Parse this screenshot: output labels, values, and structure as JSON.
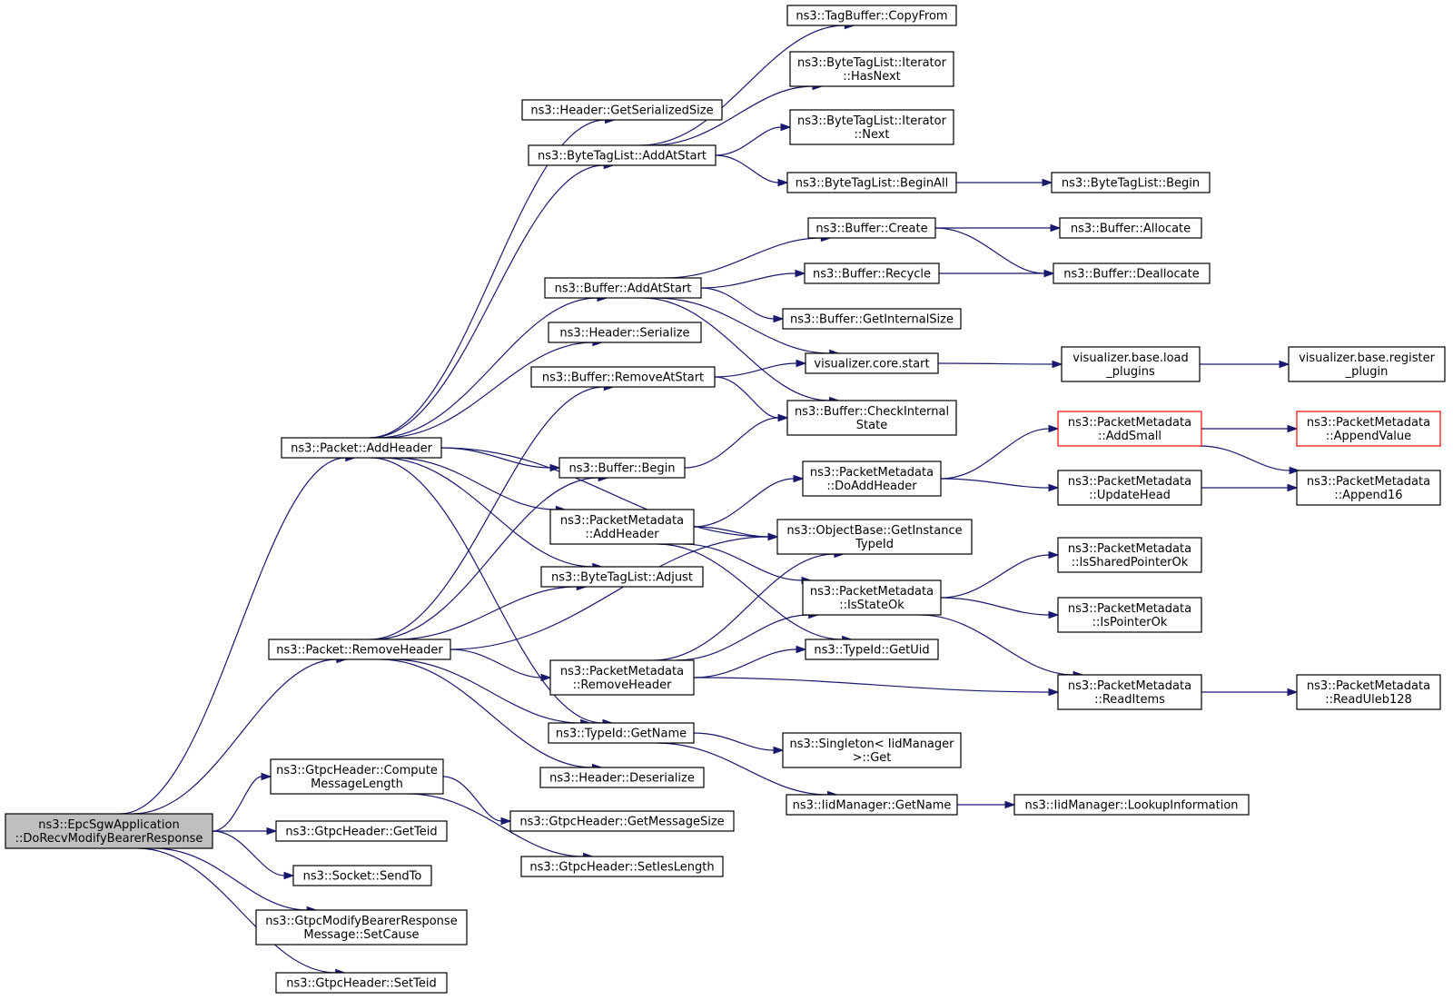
{
  "diagram": {
    "nodes": [
      {
        "id": "root",
        "label": [
          "ns3::EpcSgwApplication",
          "::DoRecvModifyBearerResponse"
        ],
        "style": "root"
      },
      {
        "id": "pkt_addheader",
        "label": [
          "ns3::Packet::AddHeader"
        ]
      },
      {
        "id": "pkt_removeheader",
        "label": [
          "ns3::Packet::RemoveHeader"
        ]
      },
      {
        "id": "gtpc_compute",
        "label": [
          "ns3::GtpcHeader::Compute",
          "MessageLength"
        ]
      },
      {
        "id": "gtpc_getteid",
        "label": [
          "ns3::GtpcHeader::GetTeid"
        ]
      },
      {
        "id": "socket_sendto",
        "label": [
          "ns3::Socket::SendTo"
        ]
      },
      {
        "id": "gtpc_setcause",
        "label": [
          "ns3::GtpcModifyBearerResponse",
          "Message::SetCause"
        ]
      },
      {
        "id": "gtpc_setteid",
        "label": [
          "ns3::GtpcHeader::SetTeid"
        ]
      },
      {
        "id": "hdr_getsersize",
        "label": [
          "ns3::Header::GetSerializedSize"
        ]
      },
      {
        "id": "btl_addatstart",
        "label": [
          "ns3::ByteTagList::AddAtStart"
        ]
      },
      {
        "id": "buf_addatstart",
        "label": [
          "ns3::Buffer::AddAtStart"
        ]
      },
      {
        "id": "hdr_serialize",
        "label": [
          "ns3::Header::Serialize"
        ]
      },
      {
        "id": "buf_removeatstart",
        "label": [
          "ns3::Buffer::RemoveAtStart"
        ]
      },
      {
        "id": "buf_begin",
        "label": [
          "ns3::Buffer::Begin"
        ]
      },
      {
        "id": "pm_addheader",
        "label": [
          "ns3::PacketMetadata",
          "::AddHeader"
        ]
      },
      {
        "id": "btl_adjust",
        "label": [
          "ns3::ByteTagList::Adjust"
        ]
      },
      {
        "id": "pm_removeheader",
        "label": [
          "ns3::PacketMetadata",
          "::RemoveHeader"
        ]
      },
      {
        "id": "typeid_getname",
        "label": [
          "ns3::TypeId::GetName"
        ]
      },
      {
        "id": "hdr_deserialize",
        "label": [
          "ns3::Header::Deserialize"
        ]
      },
      {
        "id": "gtpc_getmsgsize",
        "label": [
          "ns3::GtpcHeader::GetMessageSize"
        ]
      },
      {
        "id": "gtpc_setieslen",
        "label": [
          "ns3::GtpcHeader::SetIesLength"
        ]
      },
      {
        "id": "tagbuf_copyfrom",
        "label": [
          "ns3::TagBuffer::CopyFrom"
        ]
      },
      {
        "id": "btl_it_hasnext",
        "label": [
          "ns3::ByteTagList::Iterator",
          "::HasNext"
        ]
      },
      {
        "id": "btl_it_next",
        "label": [
          "ns3::ByteTagList::Iterator",
          "::Next"
        ]
      },
      {
        "id": "btl_beginall",
        "label": [
          "ns3::ByteTagList::BeginAll"
        ]
      },
      {
        "id": "btl_begin",
        "label": [
          "ns3::ByteTagList::Begin"
        ]
      },
      {
        "id": "buf_create",
        "label": [
          "ns3::Buffer::Create"
        ]
      },
      {
        "id": "buf_allocate",
        "label": [
          "ns3::Buffer::Allocate"
        ]
      },
      {
        "id": "buf_recycle",
        "label": [
          "ns3::Buffer::Recycle"
        ]
      },
      {
        "id": "buf_deallocate",
        "label": [
          "ns3::Buffer::Deallocate"
        ]
      },
      {
        "id": "buf_getinternalsize",
        "label": [
          "ns3::Buffer::GetInternalSize"
        ]
      },
      {
        "id": "vis_core_start",
        "label": [
          "visualizer.core.start"
        ]
      },
      {
        "id": "vis_load_plugins",
        "label": [
          "visualizer.base.load",
          "_plugins"
        ]
      },
      {
        "id": "vis_register_plugin",
        "label": [
          "visualizer.base.register",
          "_plugin"
        ]
      },
      {
        "id": "buf_checkinternal",
        "label": [
          "ns3::Buffer::CheckInternal",
          "State"
        ]
      },
      {
        "id": "pm_doaddheader",
        "label": [
          "ns3::PacketMetadata",
          "::DoAddHeader"
        ]
      },
      {
        "id": "pm_addsmall",
        "label": [
          "ns3::PacketMetadata",
          "::AddSmall"
        ],
        "style": "trunc"
      },
      {
        "id": "pm_appendvalue",
        "label": [
          "ns3::PacketMetadata",
          "::AppendValue"
        ],
        "style": "trunc"
      },
      {
        "id": "pm_updatehead",
        "label": [
          "ns3::PacketMetadata",
          "::UpdateHead"
        ]
      },
      {
        "id": "pm_append16",
        "label": [
          "ns3::PacketMetadata",
          "::Append16"
        ]
      },
      {
        "id": "objbase_getinstancetypeid",
        "label": [
          "ns3::ObjectBase::GetInstance",
          "TypeId"
        ]
      },
      {
        "id": "pm_issharedpointerok",
        "label": [
          "ns3::PacketMetadata",
          "::IsSharedPointerOk"
        ]
      },
      {
        "id": "pm_isstateok",
        "label": [
          "ns3::PacketMetadata",
          "::IsStateOk"
        ]
      },
      {
        "id": "pm_ispointerok",
        "label": [
          "ns3::PacketMetadata",
          "::IsPointerOk"
        ]
      },
      {
        "id": "typeid_getuid",
        "label": [
          "ns3::TypeId::GetUid"
        ]
      },
      {
        "id": "pm_readitems",
        "label": [
          "ns3::PacketMetadata",
          "::ReadItems"
        ]
      },
      {
        "id": "pm_readuleb128",
        "label": [
          "ns3::PacketMetadata",
          "::ReadUleb128"
        ]
      },
      {
        "id": "singleton_get",
        "label": [
          "ns3::Singleton< IidManager",
          ">::Get"
        ]
      },
      {
        "id": "iidmgr_getname",
        "label": [
          "ns3::IidManager::GetName"
        ]
      },
      {
        "id": "iidmgr_lookup",
        "label": [
          "ns3::IidManager::LookupInformation"
        ]
      }
    ],
    "edges": [
      {
        "from": "root",
        "to": "pkt_addheader"
      },
      {
        "from": "root",
        "to": "pkt_removeheader"
      },
      {
        "from": "root",
        "to": "gtpc_compute"
      },
      {
        "from": "root",
        "to": "gtpc_getteid"
      },
      {
        "from": "root",
        "to": "socket_sendto"
      },
      {
        "from": "root",
        "to": "gtpc_setcause"
      },
      {
        "from": "root",
        "to": "gtpc_setteid"
      },
      {
        "from": "pkt_addheader",
        "to": "hdr_getsersize"
      },
      {
        "from": "pkt_addheader",
        "to": "btl_addatstart"
      },
      {
        "from": "pkt_addheader",
        "to": "buf_addatstart"
      },
      {
        "from": "pkt_addheader",
        "to": "hdr_serialize"
      },
      {
        "from": "pkt_addheader",
        "to": "objbase_getinstancetypeid"
      },
      {
        "from": "pkt_addheader",
        "to": "buf_begin"
      },
      {
        "from": "pkt_addheader",
        "to": "pm_addheader"
      },
      {
        "from": "pkt_addheader",
        "to": "btl_adjust"
      },
      {
        "from": "pkt_addheader",
        "to": "typeid_getname"
      },
      {
        "from": "pkt_removeheader",
        "to": "buf_removeatstart"
      },
      {
        "from": "pkt_removeheader",
        "to": "buf_begin"
      },
      {
        "from": "pkt_removeheader",
        "to": "btl_adjust"
      },
      {
        "from": "pkt_removeheader",
        "to": "objbase_getinstancetypeid"
      },
      {
        "from": "pkt_removeheader",
        "to": "pm_removeheader"
      },
      {
        "from": "pkt_removeheader",
        "to": "typeid_getname"
      },
      {
        "from": "pkt_removeheader",
        "to": "hdr_deserialize"
      },
      {
        "from": "gtpc_compute",
        "to": "gtpc_getmsgsize"
      },
      {
        "from": "gtpc_compute",
        "to": "gtpc_setieslen"
      },
      {
        "from": "btl_addatstart",
        "to": "tagbuf_copyfrom"
      },
      {
        "from": "btl_addatstart",
        "to": "btl_it_hasnext"
      },
      {
        "from": "btl_addatstart",
        "to": "btl_it_next"
      },
      {
        "from": "btl_addatstart",
        "to": "btl_beginall"
      },
      {
        "from": "btl_beginall",
        "to": "btl_begin"
      },
      {
        "from": "buf_addatstart",
        "to": "buf_create"
      },
      {
        "from": "buf_addatstart",
        "to": "buf_recycle"
      },
      {
        "from": "buf_addatstart",
        "to": "buf_getinternalsize"
      },
      {
        "from": "buf_addatstart",
        "to": "vis_core_start"
      },
      {
        "from": "buf_addatstart",
        "to": "buf_checkinternal"
      },
      {
        "from": "buf_create",
        "to": "buf_allocate"
      },
      {
        "from": "buf_create",
        "to": "buf_deallocate"
      },
      {
        "from": "buf_recycle",
        "to": "buf_deallocate"
      },
      {
        "from": "vis_core_start",
        "to": "vis_load_plugins"
      },
      {
        "from": "vis_load_plugins",
        "to": "vis_register_plugin"
      },
      {
        "from": "buf_removeatstart",
        "to": "vis_core_start"
      },
      {
        "from": "buf_removeatstart",
        "to": "buf_checkinternal"
      },
      {
        "from": "buf_begin",
        "to": "buf_checkinternal"
      },
      {
        "from": "pm_addheader",
        "to": "pm_doaddheader"
      },
      {
        "from": "pm_addheader",
        "to": "objbase_getinstancetypeid"
      },
      {
        "from": "pm_addheader",
        "to": "pm_isstateok"
      },
      {
        "from": "pm_addheader",
        "to": "typeid_getuid"
      },
      {
        "from": "pm_doaddheader",
        "to": "pm_addsmall"
      },
      {
        "from": "pm_doaddheader",
        "to": "pm_updatehead"
      },
      {
        "from": "pm_addsmall",
        "to": "pm_appendvalue"
      },
      {
        "from": "pm_addsmall",
        "to": "pm_append16"
      },
      {
        "from": "pm_updatehead",
        "to": "pm_append16"
      },
      {
        "from": "pm_removeheader",
        "to": "objbase_getinstancetypeid"
      },
      {
        "from": "pm_removeheader",
        "to": "pm_isstateok"
      },
      {
        "from": "pm_removeheader",
        "to": "typeid_getuid"
      },
      {
        "from": "pm_removeheader",
        "to": "pm_readitems"
      },
      {
        "from": "pm_isstateok",
        "to": "pm_issharedpointerok"
      },
      {
        "from": "pm_isstateok",
        "to": "pm_ispointerok"
      },
      {
        "from": "pm_isstateok",
        "to": "pm_readitems"
      },
      {
        "from": "pm_readitems",
        "to": "pm_readuleb128"
      },
      {
        "from": "typeid_getname",
        "to": "singleton_get"
      },
      {
        "from": "typeid_getname",
        "to": "iidmgr_getname"
      },
      {
        "from": "iidmgr_getname",
        "to": "iidmgr_lookup"
      }
    ]
  }
}
